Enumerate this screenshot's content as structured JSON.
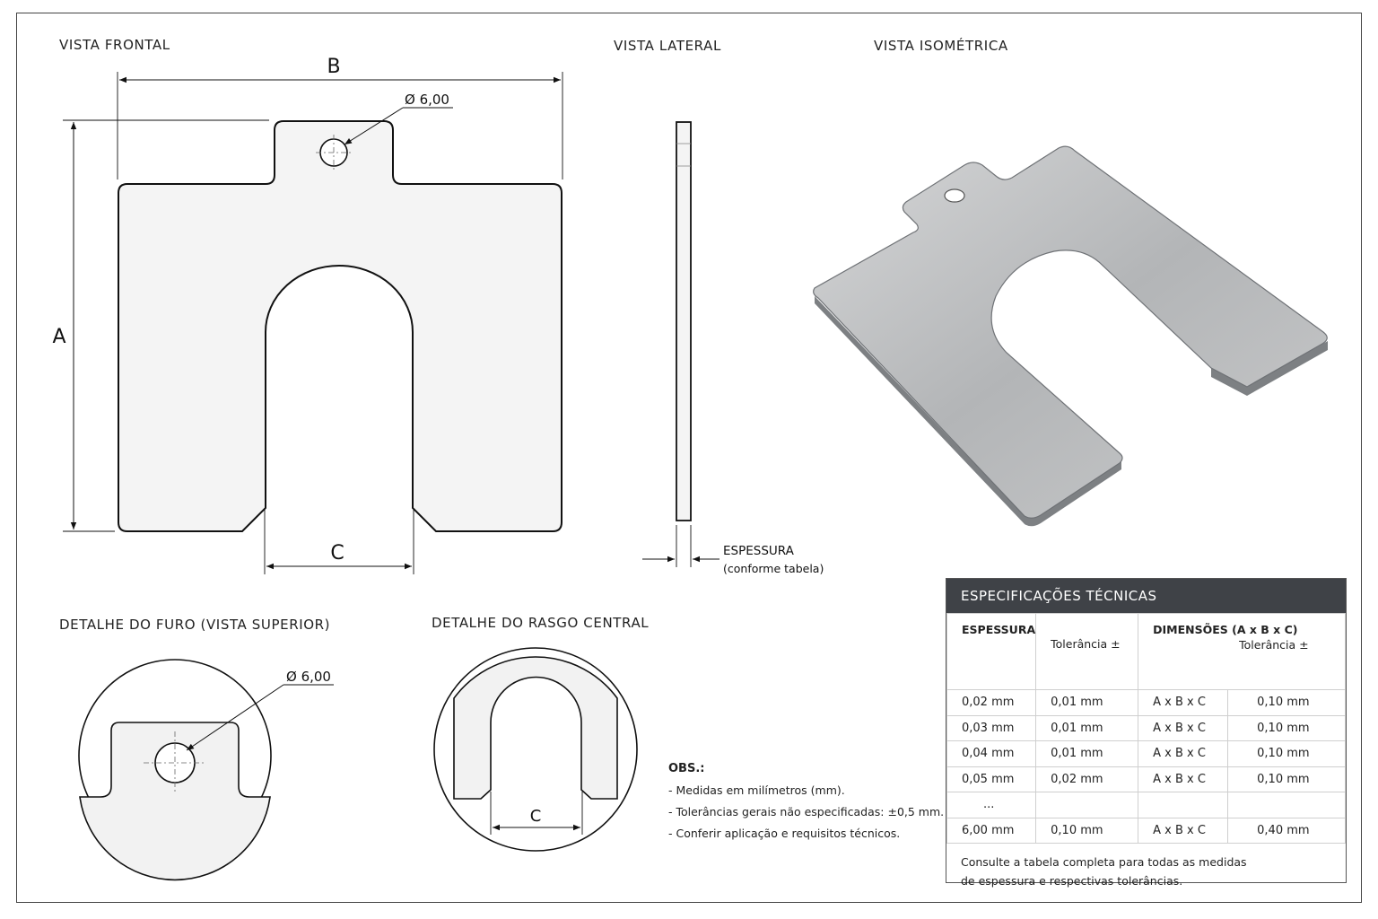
{
  "views": {
    "front": "VISTA FRONTAL",
    "side": "VISTA LATERAL",
    "iso": "VISTA ISOMÉTRICA",
    "hole_detail": "DETALHE DO FURO (VISTA SUPERIOR)",
    "slot_detail": "DETALHE DO RASGO CENTRAL"
  },
  "dims": {
    "a": "A",
    "b": "B",
    "c": "C",
    "hole": "Ø 6,00",
    "thickness": "ESPESSURA",
    "thickness_note": "(conforme tabela)"
  },
  "notes": {
    "title": "OBS.:",
    "lines": [
      "- Medidas em milímetros (mm).",
      "- Tolerâncias gerais não especificadas: ±0,5 mm.",
      "- Conferir aplicação e requisitos técnicos."
    ]
  },
  "spec": {
    "title": "ESPECIFICAÇÕES TÉCNICAS",
    "head_espessura": "ESPESSURA",
    "head_tol1": "Tolerância ±",
    "head_dims": "DIMENSÕES (A x B x C)",
    "head_tol2": "Tolerância ±",
    "rows": [
      [
        "0,02 mm",
        "0,01 mm",
        "A x B x C",
        "0,10 mm"
      ],
      [
        "0,03 mm",
        "0,01 mm",
        "A x B x C",
        "0,10 mm"
      ],
      [
        "0,04 mm",
        "0,01 mm",
        "A x B x C",
        "0,10 mm"
      ],
      [
        "0,05 mm",
        "0,02 mm",
        "A x B x C",
        "0,10 mm"
      ],
      [
        "...",
        "",
        "",
        ""
      ],
      [
        "6,00 mm",
        "0,10 mm",
        "A x B x C",
        "0,40 mm"
      ]
    ],
    "footer_1": "Consulte a tabela completa para todas as medidas",
    "footer_2": "de espessura e respectivas tolerâncias."
  },
  "colors": {
    "header_bg": "#3f4247",
    "plate_fill": "#f4f4f4",
    "metal": "#b9bbbd"
  }
}
